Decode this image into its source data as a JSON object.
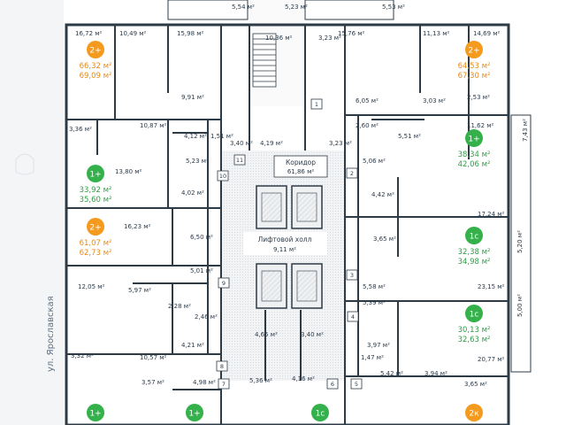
{
  "street_label": "ул. Ярославская",
  "corridor": {
    "name": "Коридор",
    "area": "61,86 м²"
  },
  "lift_hall": {
    "name": "Лифтовой холл",
    "area": "9,11 м²"
  },
  "colors": {
    "orange": "#f39a1f",
    "green": "#35b14b",
    "price_orange": "#e88a14",
    "price_green": "#2f9d45",
    "wall": "#2d3b47",
    "street": "#5d7284"
  },
  "apartments": [
    {
      "id": "apt-1",
      "type": "2+",
      "color": "orange",
      "area_living": "66,32 м²",
      "area_total": "69,09 м²"
    },
    {
      "id": "apt-2",
      "type": "2+",
      "color": "orange",
      "area_living": "64,53 м²",
      "area_total": "67,30 м²"
    },
    {
      "id": "apt-3",
      "type": "1+",
      "color": "green",
      "area_living": "38,34 м²",
      "area_total": "42,06 м²"
    },
    {
      "id": "apt-4",
      "type": "1+",
      "color": "green",
      "area_living": "33,92 м²",
      "area_total": "35,60 м²"
    },
    {
      "id": "apt-5",
      "type": "2+",
      "color": "orange",
      "area_living": "61,07 м²",
      "area_total": "62,73 м²"
    },
    {
      "id": "apt-6",
      "type": "1с",
      "color": "green",
      "area_living": "32,38 м²",
      "area_total": "34,98 м²"
    },
    {
      "id": "apt-7",
      "type": "1с",
      "color": "green",
      "area_living": "30,13 м²",
      "area_total": "32,63 м²"
    },
    {
      "id": "apt-8",
      "type": "1+",
      "color": "green",
      "area_living": "",
      "area_total": ""
    },
    {
      "id": "apt-9",
      "type": "1+",
      "color": "green",
      "area_living": "",
      "area_total": ""
    },
    {
      "id": "apt-10",
      "type": "1с",
      "color": "green",
      "area_living": "",
      "area_total": ""
    },
    {
      "id": "apt-11",
      "type": "2к",
      "color": "orange",
      "area_living": "",
      "area_total": ""
    }
  ],
  "rooms": [
    "5,54 м²",
    "5,23 м²",
    "5,53 м²",
    "16,72 м²",
    "10,49 м²",
    "15,98 м²",
    "10,36 м²",
    "3,23 м²",
    "15,76 м²",
    "11,13 м²",
    "14,69 м²",
    "9,91 м²",
    "6,05 м²",
    "3,03 м²",
    "2,53 м²",
    "3,36 м²",
    "10,87 м²",
    "4,12 м²",
    "1,51 м²",
    "3,40 м²",
    "4,19 м²",
    "3,23 м²",
    "2,60 м²",
    "5,51 м²",
    "11,62 м²",
    "7,43 м²",
    "13,80 м²",
    "5,23 м²",
    "5,06 м²",
    "4,02 м²",
    "4,42 м²",
    "17,24 м²",
    "16,23 м²",
    "6,50 м²",
    "3,65 м²",
    "5,20 м²",
    "5,01 м²",
    "5,97 м²",
    "5,58 м²",
    "23,15 м²",
    "12,05 м²",
    "2,28 м²",
    "2,46 м²",
    "5,39 м²",
    "5,00 м²",
    "4,21 м²",
    "4,65 м²",
    "3,40 м²",
    "3,97 м²",
    "3,32 м²",
    "10,57 м²",
    "1,47 м²",
    "20,77 м²",
    "3,57 м²",
    "4,98 м²",
    "5,36 м²",
    "4,16 м²",
    "5,42 м²",
    "3,94 м²",
    "3,65 м²"
  ],
  "doors": [
    "1",
    "2",
    "3",
    "4",
    "5",
    "6",
    "7",
    "8",
    "9",
    "10",
    "11"
  ]
}
